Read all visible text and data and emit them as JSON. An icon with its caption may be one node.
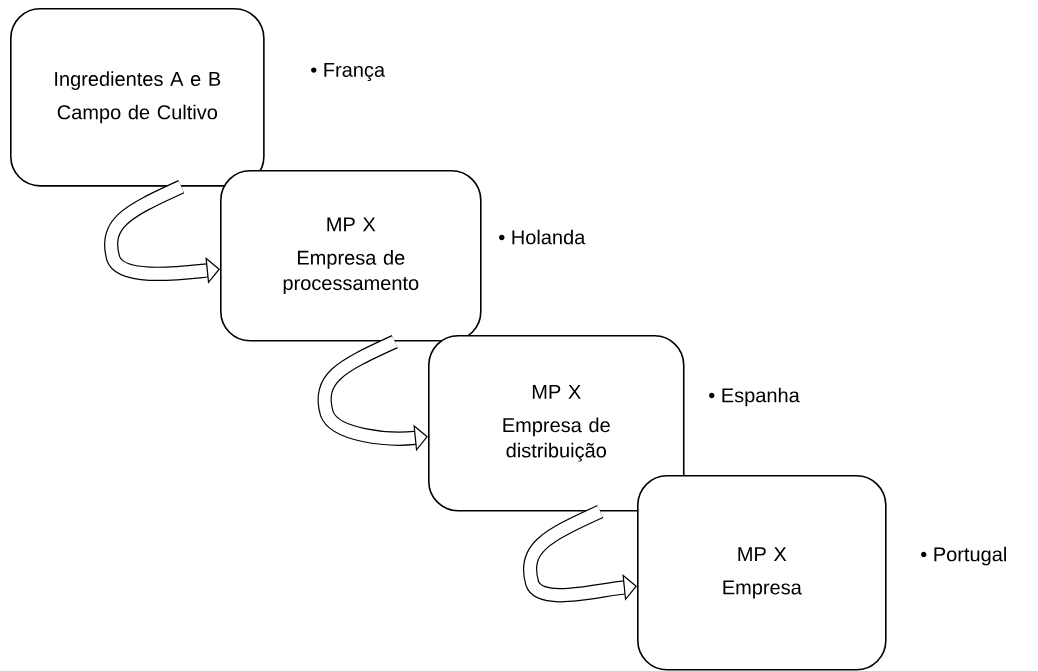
{
  "diagram": {
    "nodes": [
      {
        "text": [
          "Ingredientes A e B",
          "Campo de Cultivo"
        ],
        "beside": [
          "• França"
        ]
      },
      {
        "text": [
          "MP X",
          "Empresa de processamento"
        ],
        "beside": [
          "• Holanda"
        ]
      },
      {
        "text": [
          "MP X",
          "Empresa de distribuição"
        ],
        "beside": [
          "• Espanha"
        ]
      },
      {
        "text": [
          "MP X",
          "Empresa"
        ],
        "beside": [
          "• Portugal"
        ]
      }
    ],
    "edges": [
      {
        "from": 0,
        "to": 1,
        "arrow": "to"
      },
      {
        "from": 1,
        "to": 2,
        "arrow": "to"
      },
      {
        "from": 2,
        "to": 3,
        "arrow": "to"
      }
    ]
  }
}
